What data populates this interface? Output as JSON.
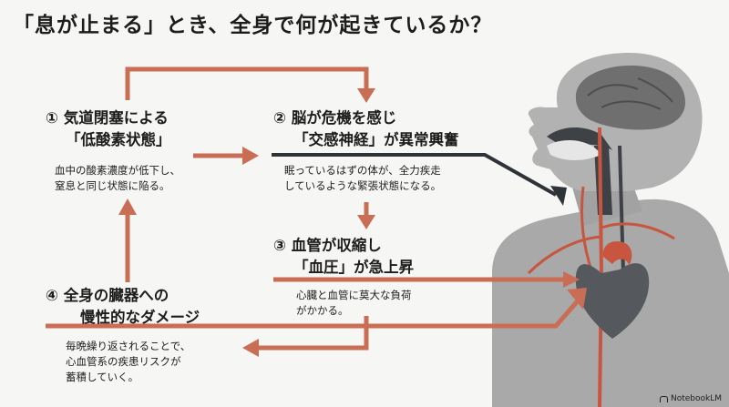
{
  "title": "「息が止まる」とき、全身で何が起きているか？",
  "steps": [
    {
      "heading_lines": [
        "① 気道閉塞による",
        "「低酸素状態」"
      ],
      "desc_lines": [
        "血中の酸素濃度が低下し、",
        "窒息と同じ状態に陥る。"
      ]
    },
    {
      "heading_lines": [
        "② 脳が危機を感じ",
        "「交感神経」が異常興奮"
      ],
      "desc_lines": [
        "眠っているはずの体が、全力疾走",
        "しているような緊張状態になる。"
      ]
    },
    {
      "heading_lines": [
        "③ 血管が収縮し",
        "「血圧」が急上昇"
      ],
      "desc_lines": [
        "心臓と血管に莫大な負荷",
        "がかかる。"
      ]
    },
    {
      "heading_lines": [
        "④ 全身の臓器への",
        "慢性的なダメージ"
      ],
      "desc_lines": [
        "毎晩繰り返されることで、",
        "心血管系の疾患リスクが",
        "蓄積していく。"
      ]
    }
  ],
  "brand": "NotebookLM",
  "colors": {
    "arrow": "#c96e54",
    "dark_arrow": "#2e3338",
    "body_silhouette": "#a8a8a8",
    "body_dark": "#8f8f8f",
    "heart": "#5a5e63",
    "vessel": "#c8553f",
    "background": "#f6f6f4"
  }
}
